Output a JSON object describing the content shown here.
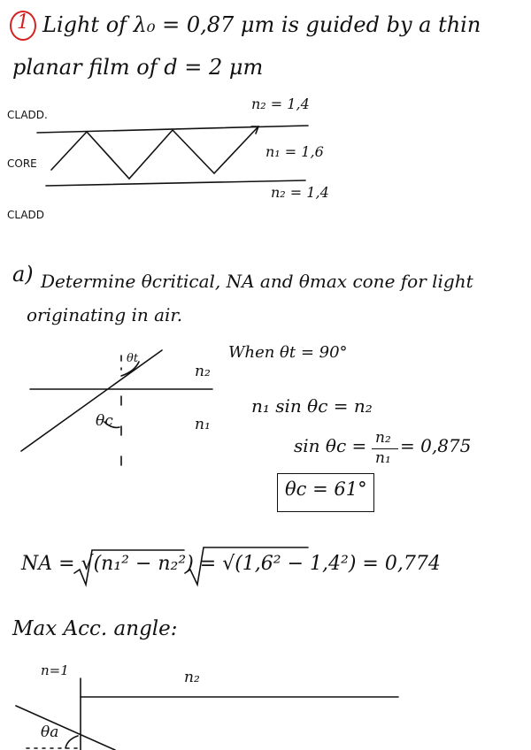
{
  "problem": {
    "number": "1",
    "line1": "Light of λ₀ = 0,87 μm is guided by a thin",
    "line2": "planar film of d = 2 μm"
  },
  "waveguide": {
    "clad_top": "CLADD.",
    "core": "CORE",
    "clad_bottom": "CLADD",
    "n2_top": "n₂ = 1,4",
    "n1": "n₁ = 1,6",
    "n2_bottom": "n₂ = 1,4"
  },
  "part_a": {
    "label": "a)",
    "line1": "Determine θcritical, NA and θmax cone for light",
    "line2": "originating in air.",
    "diagram": {
      "theta_t": "θt",
      "theta_c": "θc",
      "n2": "n₂",
      "n1": "n₁"
    },
    "when": "When θt = 90°",
    "eq1": "n₁ sin θc = n₂",
    "eq2_left": "sin θc =",
    "eq2_num": "n₂",
    "eq2_den": "n₁",
    "eq2_right": "= 0,875",
    "result": "θc = 61°"
  },
  "na": {
    "expr": "NA = √(n₁² − n₂²) = √(1,6² − 1,4²) = 0,774"
  },
  "max_acc": {
    "heading": "Max Acc. angle:",
    "n_air": "n=1",
    "n2": "n₂",
    "theta_a": "θa"
  }
}
